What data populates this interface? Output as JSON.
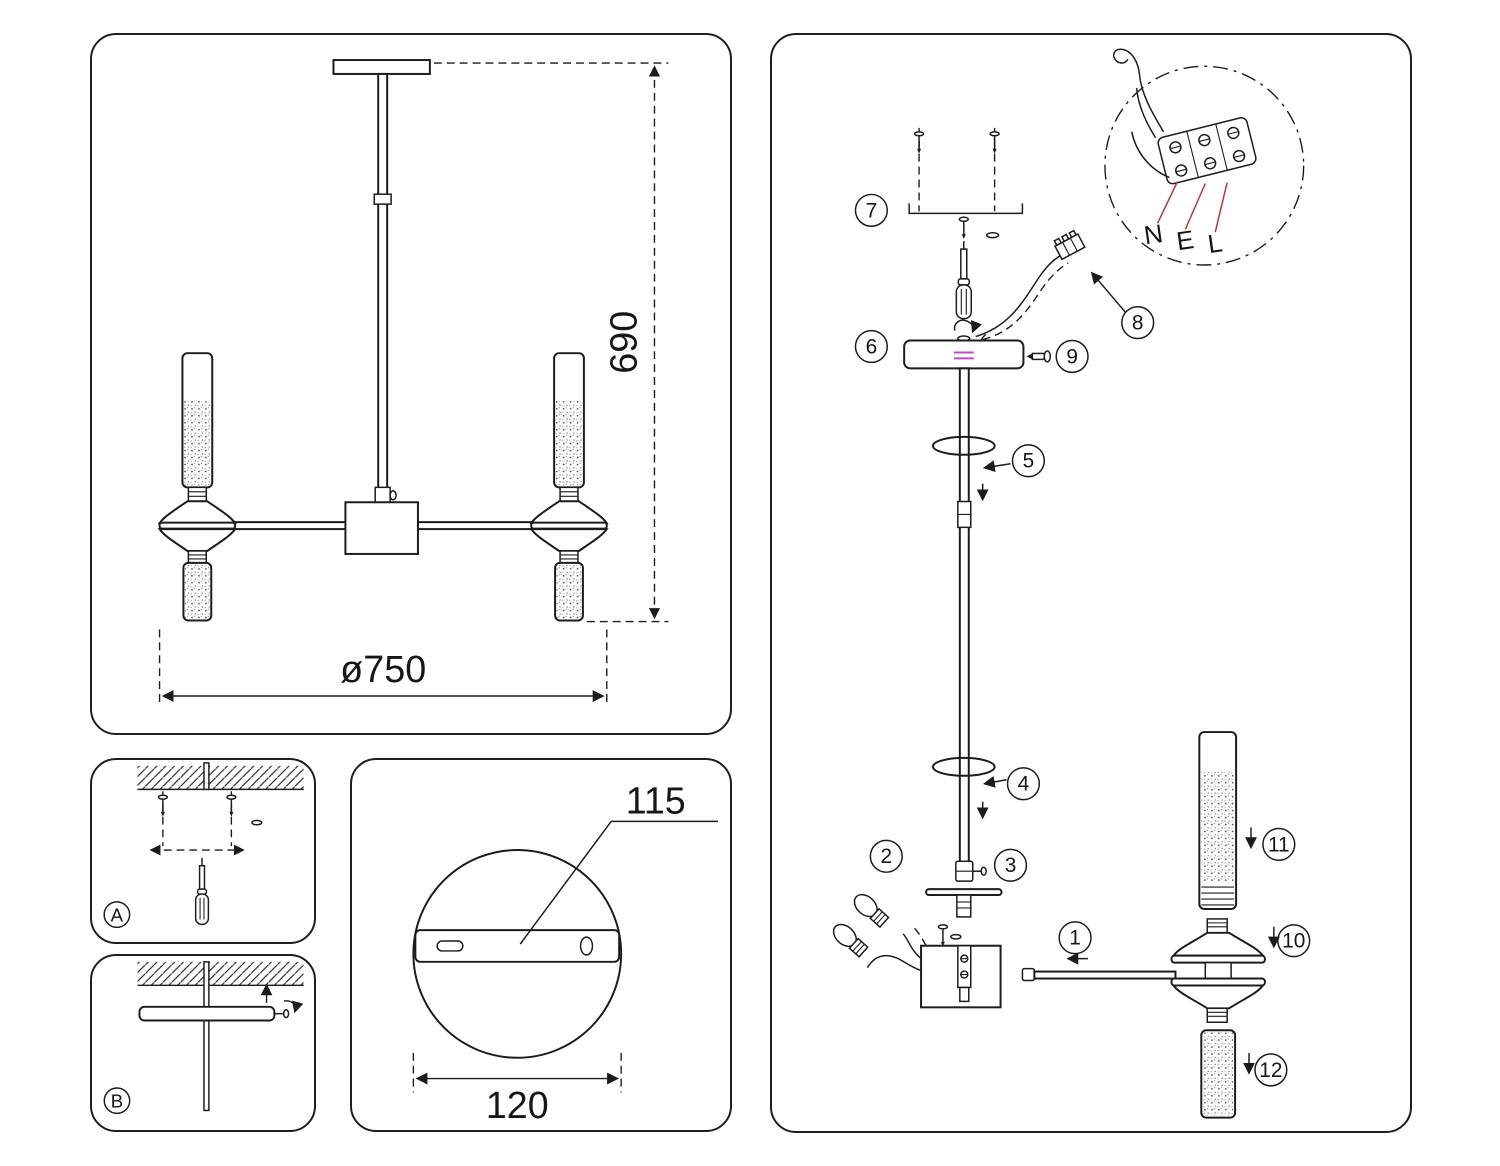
{
  "colors": {
    "line": "#1c1c1c",
    "wire_leader_red": "#c23434",
    "wire_mark_magenta": "#c24ac2"
  },
  "overview": {
    "height_label": "690",
    "diameter_label": "ø750"
  },
  "mount_steps": {
    "a_badge": "A",
    "b_badge": "B"
  },
  "canopy_detail": {
    "bracket_dim": "115",
    "base_dim": "120"
  },
  "assembly": {
    "callouts": [
      "1",
      "2",
      "3",
      "4",
      "5",
      "6",
      "7",
      "8",
      "9",
      "10",
      "11",
      "12"
    ],
    "wire_labels": [
      "N",
      "E",
      "L"
    ]
  }
}
